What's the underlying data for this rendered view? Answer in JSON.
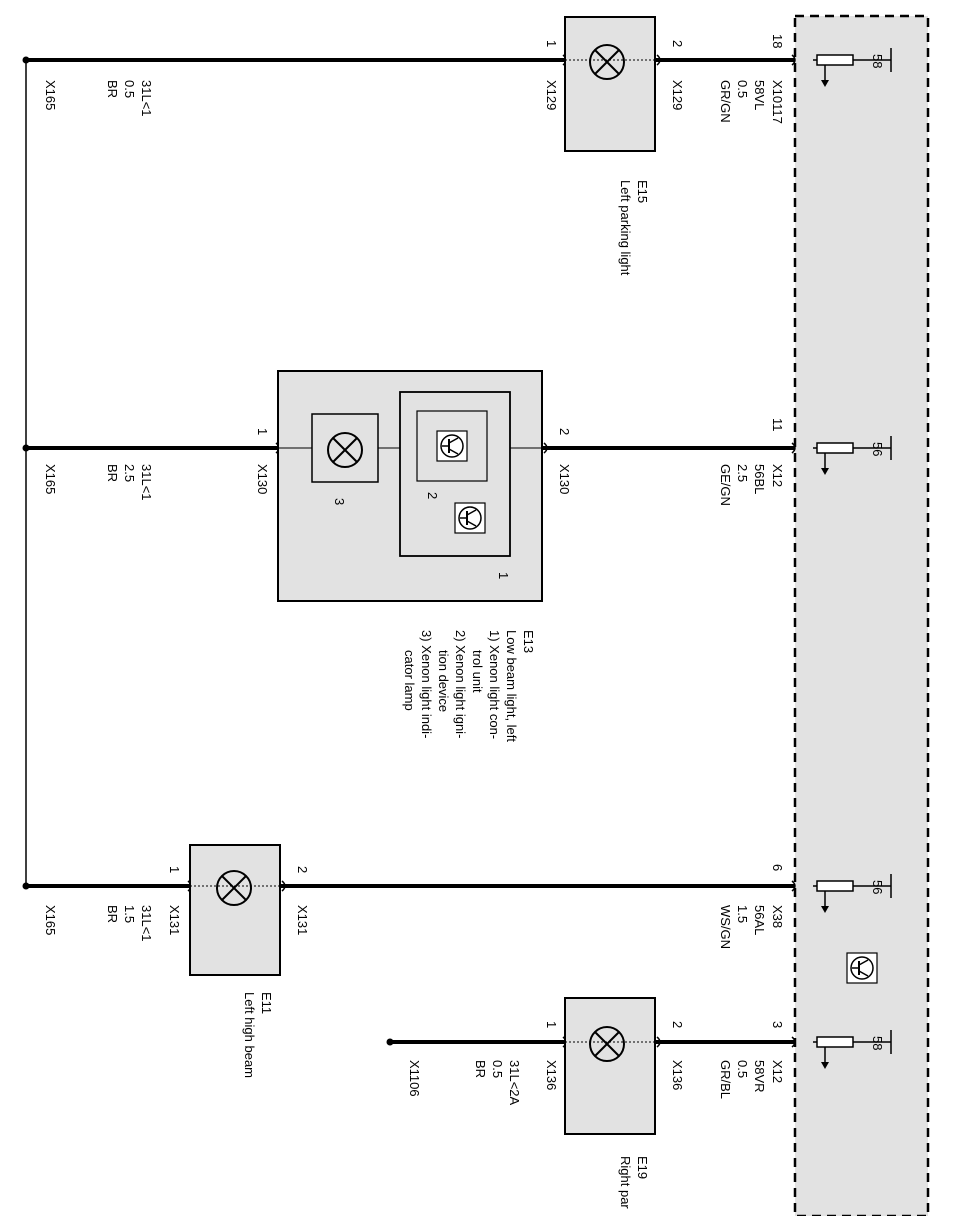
{
  "control_unit": {
    "fuse_labels": [
      "58",
      "56",
      "56",
      "58"
    ],
    "pins": [
      "18",
      "11",
      "6",
      "3"
    ],
    "connectors": [
      "X10117",
      "X12",
      "X38",
      "X12"
    ]
  },
  "wires": [
    {
      "code": "58VL",
      "size": "0.5",
      "color": "GR/GN",
      "ground_code": "31L<1",
      "ground_size": "0.5",
      "ground_color": "BR",
      "ground_connector": "X165",
      "comp_conn": "X129"
    },
    {
      "code": "56BL",
      "size": "2.5",
      "color": "GE/GN",
      "ground_code": "31L<1",
      "ground_size": "2.5",
      "ground_color": "BR",
      "ground_connector": "X165",
      "comp_conn": "X130"
    },
    {
      "code": "56AL",
      "size": "1.5",
      "color": "WS/GN",
      "ground_code": "31L<1",
      "ground_size": "1.5",
      "ground_color": "BR",
      "ground_connector": "X165",
      "comp_conn": "X131"
    },
    {
      "code": "58VR",
      "size": "0.5",
      "color": "GR/BL",
      "ground_code": "31L<2A",
      "ground_size": "0.5",
      "ground_color": "BR",
      "ground_connector": "X1106",
      "comp_conn": "X136"
    }
  ],
  "components": [
    {
      "id": "E15",
      "name": "Left parking light",
      "pin_a": "1",
      "pin_b": "2"
    },
    {
      "id": "E13",
      "name": "Low beam  light, left",
      "pin_a": "1",
      "pin_b": "2",
      "sub_numbers": [
        "1",
        "2",
        "3"
      ],
      "notes": [
        "1) Xenon light con-",
        "trol unit",
        "2) Xenon light igni-",
        "tion device",
        "3) Xenon light indi-",
        "cator lamp"
      ]
    },
    {
      "id": "E11",
      "name": "Left high beam",
      "pin_a": "1",
      "pin_b": "2"
    },
    {
      "id": "E19",
      "name": "Right par",
      "pin_a": "1",
      "pin_b": "2"
    }
  ]
}
